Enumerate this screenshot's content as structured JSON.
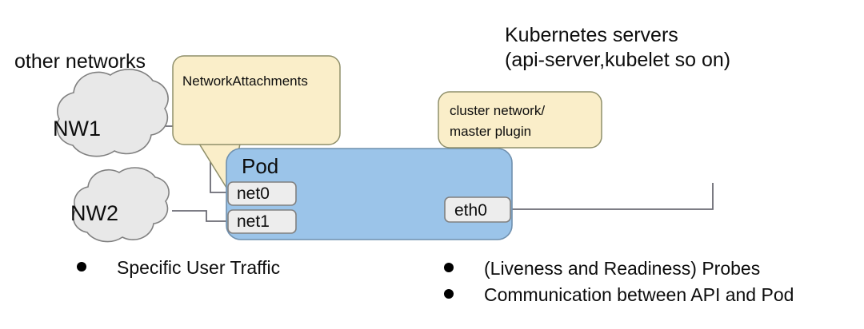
{
  "diagram": {
    "title_right": {
      "line1": "Kubernetes servers",
      "line2": "(api-server,kubelet so on)"
    },
    "label_left": "other networks",
    "clouds": [
      {
        "id": "nw1",
        "label": "NW1"
      },
      {
        "id": "nw2",
        "label": "NW2"
      }
    ],
    "pod": {
      "label": "Pod",
      "ports_left": [
        {
          "id": "net0",
          "label": "net0"
        },
        {
          "id": "net1",
          "label": "net1"
        }
      ],
      "ports_right": [
        {
          "id": "eth0",
          "label": "eth0"
        }
      ]
    },
    "callouts": [
      {
        "id": "network-attachments",
        "lines": [
          "NetworkAttachments"
        ]
      },
      {
        "id": "cluster-network",
        "lines": [
          "cluster network/",
          "master plugin"
        ]
      }
    ],
    "bullets_left": [
      "Specific User Traffic"
    ],
    "bullets_right": [
      "(Liveness and Readiness) Probes",
      "Communication between API and Pod"
    ],
    "colors": {
      "pod_fill": "#9bc4e9",
      "pod_stroke": "#6f90ae",
      "callout_fill": "#faeec9",
      "callout_stroke": "#8f8f6a",
      "cloud_fill": "#e8e8e8",
      "cloud_stroke": "#808080",
      "port_fill": "#ededed",
      "connector_stroke": "#6b6b74",
      "text": "#0d0d0d",
      "background": "#ffffff"
    }
  }
}
